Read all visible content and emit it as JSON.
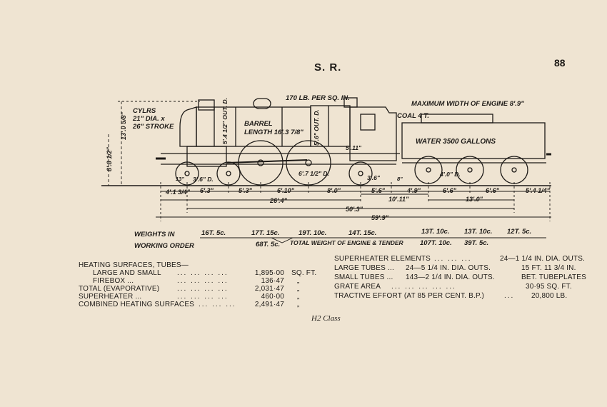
{
  "header": {
    "railway": "S. R.",
    "page_number": "88"
  },
  "diagram": {
    "cylinders": [
      "CYLRS",
      "21\" DIA. x",
      "26\" STROKE"
    ],
    "pressure": "170 LB. PER SQ. IN.",
    "max_width": "MAXIMUM WIDTH OF ENGINE 8'.9\"",
    "coal": "COAL 4 T.",
    "water": "WATER 3500 GALLONS",
    "barrel_length": [
      "BARREL",
      "LENGTH 16'.3 7/8\""
    ],
    "boiler_dia_front": "5'.4 1/2\" OUT. D.",
    "boiler_dia_rear": "5'.6\" OUT. D.",
    "firebox_height": "5'.11\"",
    "height_chimney": "13'.0 5/8\"",
    "height_boiler": "8'.8 1/2\"",
    "wheel_diameters": {
      "bogie": "3'.6\" D.",
      "driving": "6'.7 1/2\" D.",
      "tender": "4'.0\" D.",
      "trailing": "3'.6\""
    },
    "small_notes": [
      "13\"",
      "8\""
    ],
    "wheelbase_row1": [
      "4'.1 3/4\"",
      "6'.3\"",
      "5'.3\"",
      "6'.10\"",
      "8'.0\"",
      "5'.6\"",
      "4'.9\"",
      "6'.6\"",
      "6'.6\"",
      "5'.4 1/4\""
    ],
    "wheelbase_row2": [
      "10'.11\"",
      "13'.0\""
    ],
    "wheelbase_engine": "26'.4\"",
    "wheelbase_total": "50'.3\"",
    "length_total": "59'.9\"",
    "weights_label": [
      "WEIGHTS IN",
      "WORKING ORDER"
    ],
    "axle_weights": [
      "16T. 5c.",
      "17T. 15c.",
      "19T. 10c.",
      "14T. 15c.",
      "13T. 10c.",
      "13T. 10c.",
      "12T. 5c."
    ],
    "engine_weight": "68T. 5c.",
    "total_weight_label": "TOTAL WEIGHT OF ENGINE & TENDER",
    "tender_weight": "107T. 10c.",
    "tender_sub": "39T. 5c."
  },
  "specs_left": {
    "heading": "HEATING SURFACES, TUBES—",
    "rows": [
      {
        "label": "LARGE AND SMALL",
        "value": "1,895·00",
        "unit": "SQ. FT."
      },
      {
        "label": "FIREBOX ...",
        "value": "136·47",
        "unit": "„"
      },
      {
        "label": "TOTAL (EVAPORATIVE)",
        "value": "2,031·47",
        "unit": "„"
      },
      {
        "label": "SUPERHEATER ...",
        "value": "460·00",
        "unit": "„"
      },
      {
        "label": "COMBINED HEATING SURFACES",
        "value": "2,491·47",
        "unit": "„"
      }
    ]
  },
  "specs_right": {
    "superheater": {
      "label": "SUPERHEATER ELEMENTS",
      "value": "24—1 1/4 IN. DIA. OUTS."
    },
    "large_tubes": {
      "label": "LARGE TUBES ...",
      "value": "24—5 1/4 IN. DIA. OUTS."
    },
    "small_tubes": {
      "label": "SMALL TUBES ...",
      "value": "143—2 1/4 IN. DIA. OUTS."
    },
    "tube_length": "15 FT. 11 3/4 IN.",
    "tube_length_note": "BET. TUBEPLATES",
    "grate": {
      "label": "GRATE AREA",
      "value": "30·95 SQ. FT."
    },
    "tractive": {
      "label": "TRACTIVE EFFORT (AT 85 PER CENT. B.P.)",
      "value": "20,800 LB."
    }
  },
  "caption": "H2 Class",
  "colors": {
    "paper": "#efe4d2",
    "ink": "#1d1a17"
  }
}
